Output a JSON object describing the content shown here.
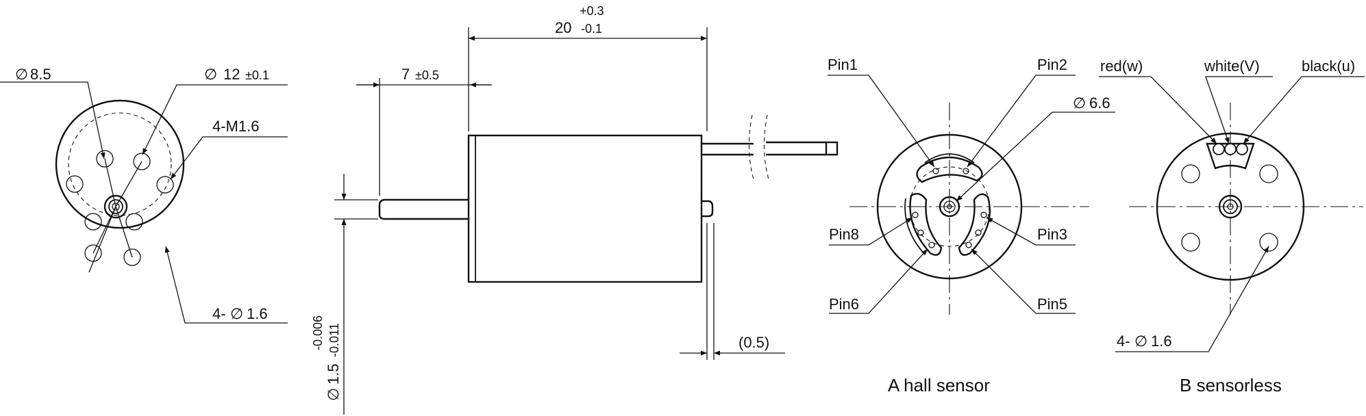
{
  "front_view": {
    "dia_8_5": "8.5",
    "dia_12": "12",
    "dia_12_tol": "±0.1",
    "thread": "4-M1.6",
    "holes_prefix": "4-",
    "holes_dia": "1.6"
  },
  "side_view": {
    "length_tol_upper": "+0.3",
    "length": "20",
    "length_tol_lower": "-0.1",
    "shaft_len": "7",
    "shaft_len_tol": "±0.5",
    "shaft_dia": "1.5",
    "shaft_tol_upper": "-0.006",
    "shaft_tol_lower": "-0.011",
    "rear_gap": "(0.5)"
  },
  "hall_view": {
    "pin1": "Pin1",
    "pin2": "Pin2",
    "pin3": "Pin3",
    "pin5": "Pin5",
    "pin6": "Pin6",
    "pin8": "Pin8",
    "dia_6_6": "6.6",
    "caption": "A  hall sensor"
  },
  "sensorless_view": {
    "red": "red(w)",
    "white": "white(V)",
    "black": "black(u)",
    "holes_prefix": "4-",
    "holes_dia": "1.6",
    "caption": "B  sensorless"
  },
  "symbols": {
    "diameter": "∅"
  }
}
